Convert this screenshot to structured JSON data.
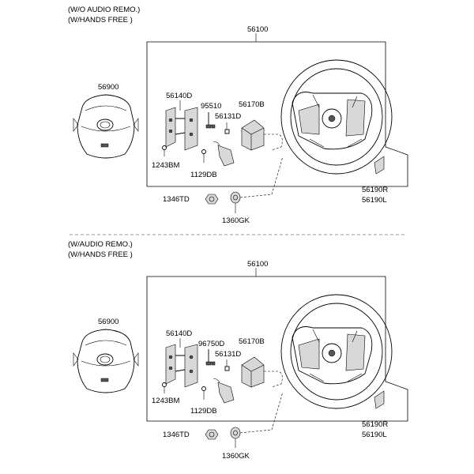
{
  "panels": [
    {
      "header": [
        "(W/O AUDIO REMO.)",
        "(W/HANDS FREE )"
      ],
      "labels": {
        "wheel_assy": "56100",
        "airbag": "56900",
        "switch": "56140D",
        "wire_left": "95510",
        "wire_mid": "56131D",
        "clock_spring": "56170B",
        "screw_bm": "1243BM",
        "screw_db": "1129DB",
        "cover_r": "56190R",
        "cover_l": "56190L",
        "nut": "1346TD",
        "washer": "1360GK"
      }
    },
    {
      "header": [
        "(W/AUDIO REMO.)",
        "(W/HANDS FREE )"
      ],
      "labels": {
        "wheel_assy": "56100",
        "airbag": "56900",
        "switch": "56140D",
        "wire_left": "96750D",
        "wire_mid": "56131D",
        "clock_spring": "56170B",
        "screw_bm": "1243BM",
        "screw_db": "1129DB",
        "cover_r": "56190R",
        "cover_l": "56190L",
        "nut": "1346TD",
        "washer": "1360GK"
      }
    }
  ]
}
